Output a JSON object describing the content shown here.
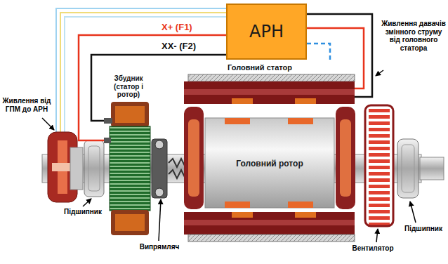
{
  "diagram": {
    "nodes": [
      {
        "text": [
          "АРН"
        ]
      },
      {
        "text": [
          "Збудник (статор і ротор)"
        ]
      },
      {
        "text": [
          "Головний статор"
        ]
      },
      {
        "text": [
          "Головний ротор"
        ]
      }
    ],
    "edges": [
      {
        "from": 0,
        "to": 1,
        "arrow": "none",
        "label": "X+ (F1)"
      },
      {
        "from": 0,
        "to": 1,
        "arrow": "none",
        "label": "XX- (F2)"
      },
      {
        "from": 0,
        "to": 2,
        "arrow": "none"
      },
      {
        "from": 0,
        "to": 2,
        "arrow": "none"
      },
      {
        "from": 0,
        "to": 2,
        "arrow": "none"
      }
    ],
    "labels": [
      "Живлення від ГПМ до АРН",
      "Живлення давачів змінного струму від головного статора",
      "Підшипник",
      "Випрямляч",
      "Вентилятор",
      "Підшипник"
    ]
  }
}
